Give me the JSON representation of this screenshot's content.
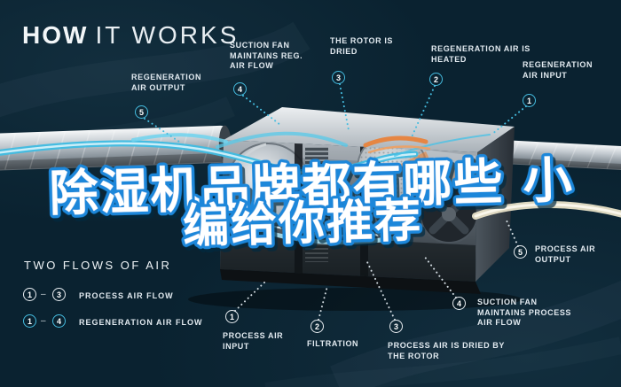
{
  "title": {
    "bold": "HOW",
    "light": "IT WORKS"
  },
  "headline": {
    "line1": "除湿机品牌都有哪些 小",
    "line2": "编给你推荐"
  },
  "callouts": {
    "top": [
      {
        "num": "5",
        "label": "REGENERATION AIR OUTPUT"
      },
      {
        "num": "4",
        "label": "SUCTION FAN MAINTAINS REG. AIR FLOW"
      },
      {
        "num": "3",
        "label": "THE ROTOR IS DRIED"
      },
      {
        "num": "2",
        "label": "REGENERATION AIR IS HEATED"
      },
      {
        "num": "1",
        "label": "REGENERATION AIR INPUT"
      }
    ],
    "bottom": [
      {
        "num": "1",
        "label": "PROCESS AIR INPUT"
      },
      {
        "num": "2",
        "label": "FILTRATION"
      },
      {
        "num": "3",
        "label": "PROCESS AIR IS DRIED BY THE ROTOR"
      },
      {
        "num": "4",
        "label": "SUCTION FAN MAINTAINS PROCESS AIR FLOW"
      },
      {
        "num": "5",
        "label": "PROCESS AIR OUTPUT"
      }
    ]
  },
  "legend": {
    "title": "TWO FLOWS OF AIR",
    "rows": [
      {
        "from": "1",
        "dash": "–",
        "to": "3",
        "label": "PROCESS AIR FLOW",
        "style": "white"
      },
      {
        "from": "1",
        "dash": "–",
        "to": "4",
        "label": "REGENERATION AIR FLOW",
        "style": "cyan"
      }
    ]
  },
  "colors": {
    "background": "#0a2230",
    "accent_cyan": "#45bcdf",
    "label_text": "#e2eaf0",
    "headline_fill": "#ffffff",
    "headline_stroke": "#1e87da",
    "rotor_orange": "#e8833c",
    "process_exit_cream": "#e9e1c8"
  }
}
